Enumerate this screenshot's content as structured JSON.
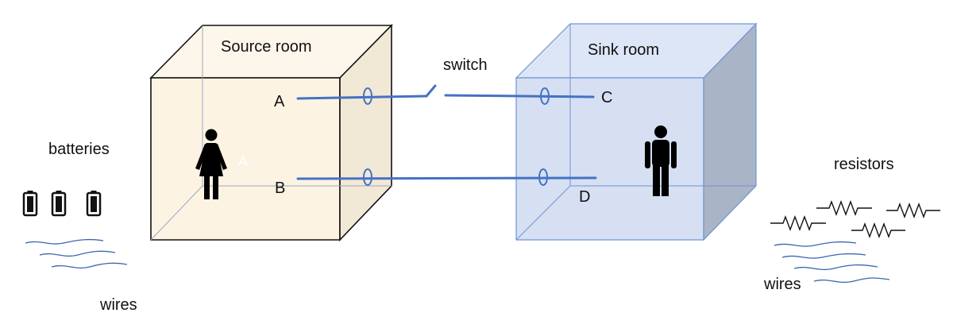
{
  "colors": {
    "source_front": "#fcf3e2",
    "source_side": "#f2e8d6",
    "source_top": "#fdf6ea",
    "sink_front": "#d6e0f2",
    "sink_side": "#a9b4c6",
    "sink_top": "#dde6f6",
    "sink_edge": "#6f95d2",
    "wire": "#4472c4",
    "squiggle": "#3a66b3",
    "ink": "#111111"
  },
  "labels": {
    "source_room": "Source room",
    "sink_room": "Sink room",
    "switch": "switch",
    "terminal_a": "A",
    "terminal_b": "B",
    "terminal_c": "C",
    "terminal_d": "D",
    "faint_a": "A",
    "batteries": "batteries",
    "resistors": "resistors",
    "wires_left": "wires",
    "wires_right": "wires"
  },
  "icons": {
    "woman": "woman-figure-icon",
    "man": "man-figure-icon",
    "battery": "battery-icon",
    "resistor": "resistor-icon"
  }
}
